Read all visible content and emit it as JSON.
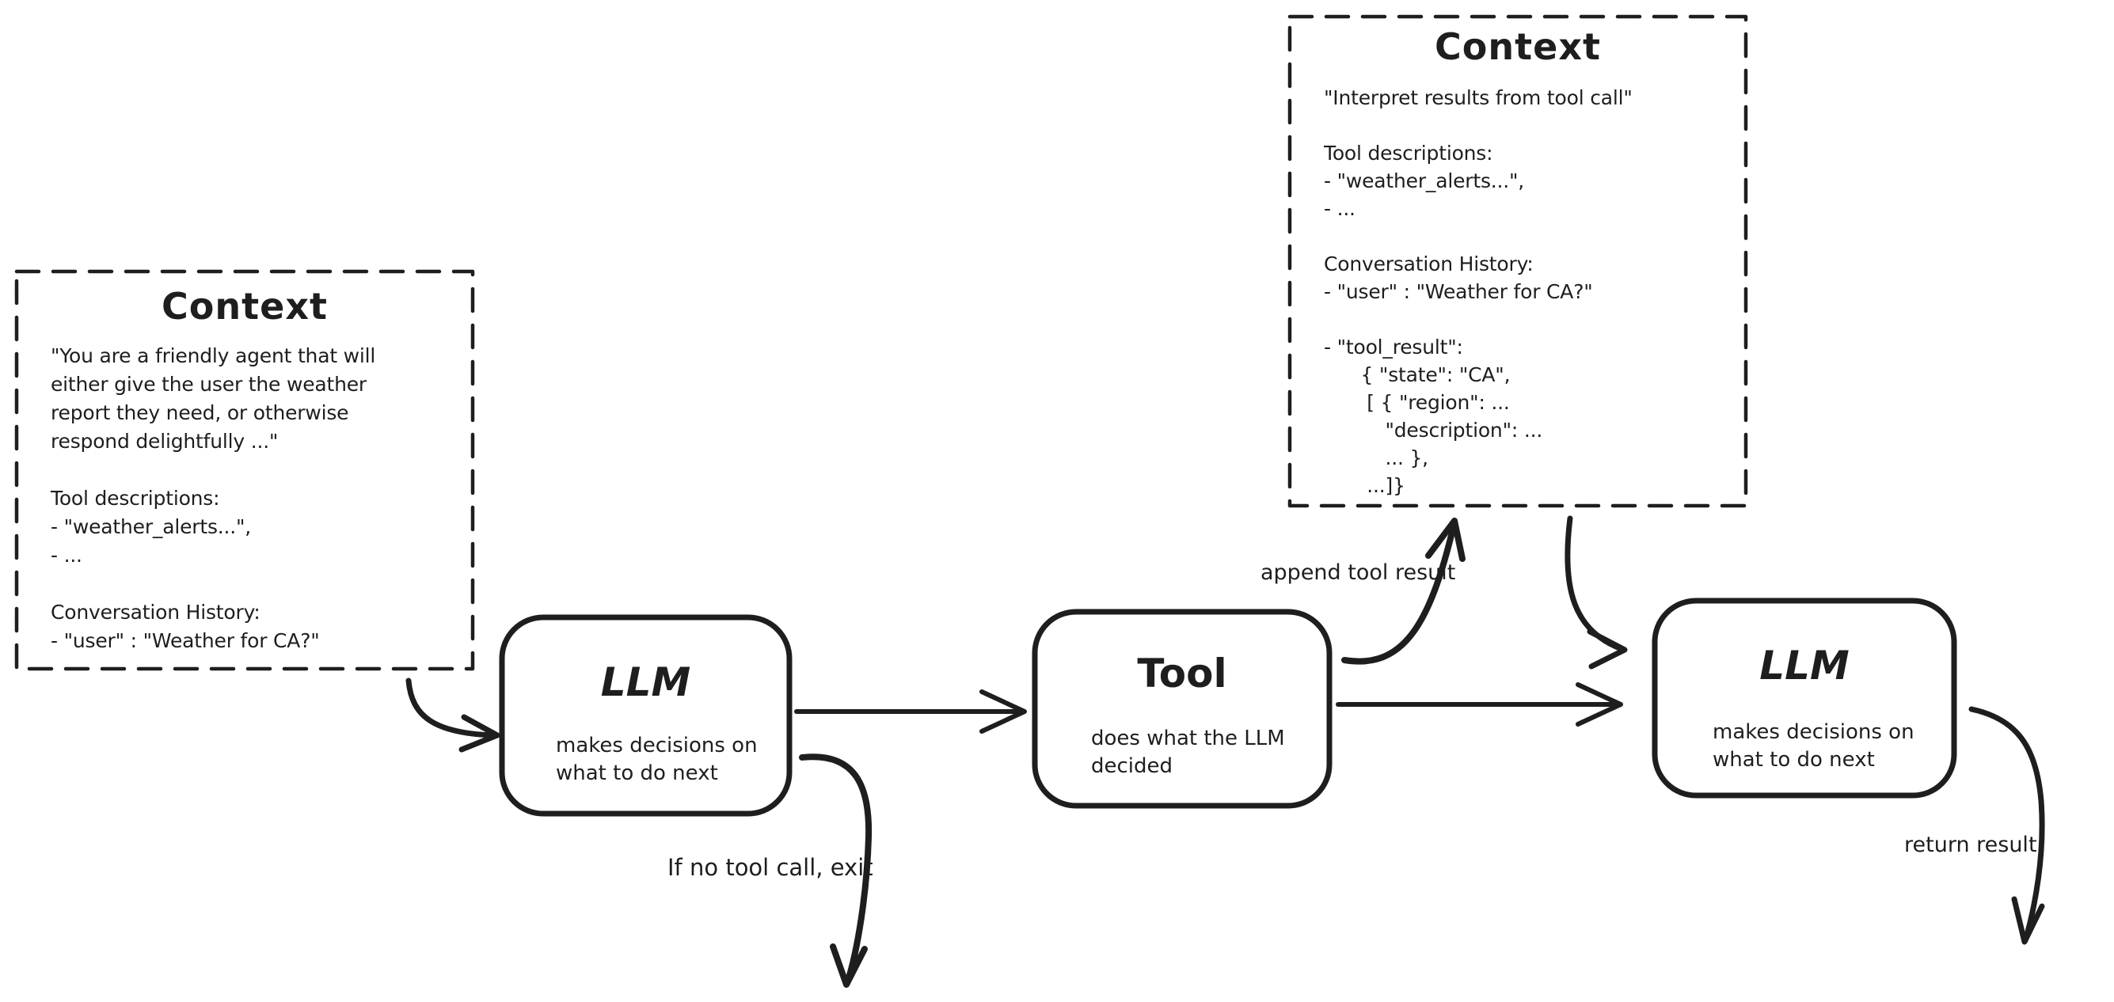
{
  "diagram": {
    "background_color": "#ffffff",
    "ink_color": "#1e1e1e",
    "context_left": {
      "title": "Context",
      "body": "\"You are a friendly agent that will\neither give the user the weather\nreport they need, or otherwise\nrespond delightfully ...\"\n\nTool descriptions:\n- \"weather_alerts...\",\n- ...\n\nConversation History:\n- \"user\" : \"Weather for CA?\""
    },
    "context_top": {
      "title": "Context",
      "body": "\"Interpret results from tool call\"\n\nTool descriptions:\n- \"weather_alerts...\",\n- ...\n\nConversation History:\n- \"user\" : \"Weather for CA?\"\n\n- \"tool_result\":\n      { \"state\": \"CA\",\n       [ { \"region\": ...\n          \"description\": ...\n          ... },\n       ...]}"
    },
    "nodes": {
      "llm_first": {
        "title": "LLM",
        "subtitle": "makes decisions on\nwhat to do next"
      },
      "tool": {
        "title": "Tool",
        "subtitle": "does what the LLM\ndecided"
      },
      "llm_second": {
        "title": "LLM",
        "subtitle": "makes decisions on\nwhat to do next"
      }
    },
    "edge_labels": {
      "append_tool_result": "append tool result",
      "no_tool_call_exit": "If no tool call, exit",
      "return_result": "return result"
    }
  }
}
